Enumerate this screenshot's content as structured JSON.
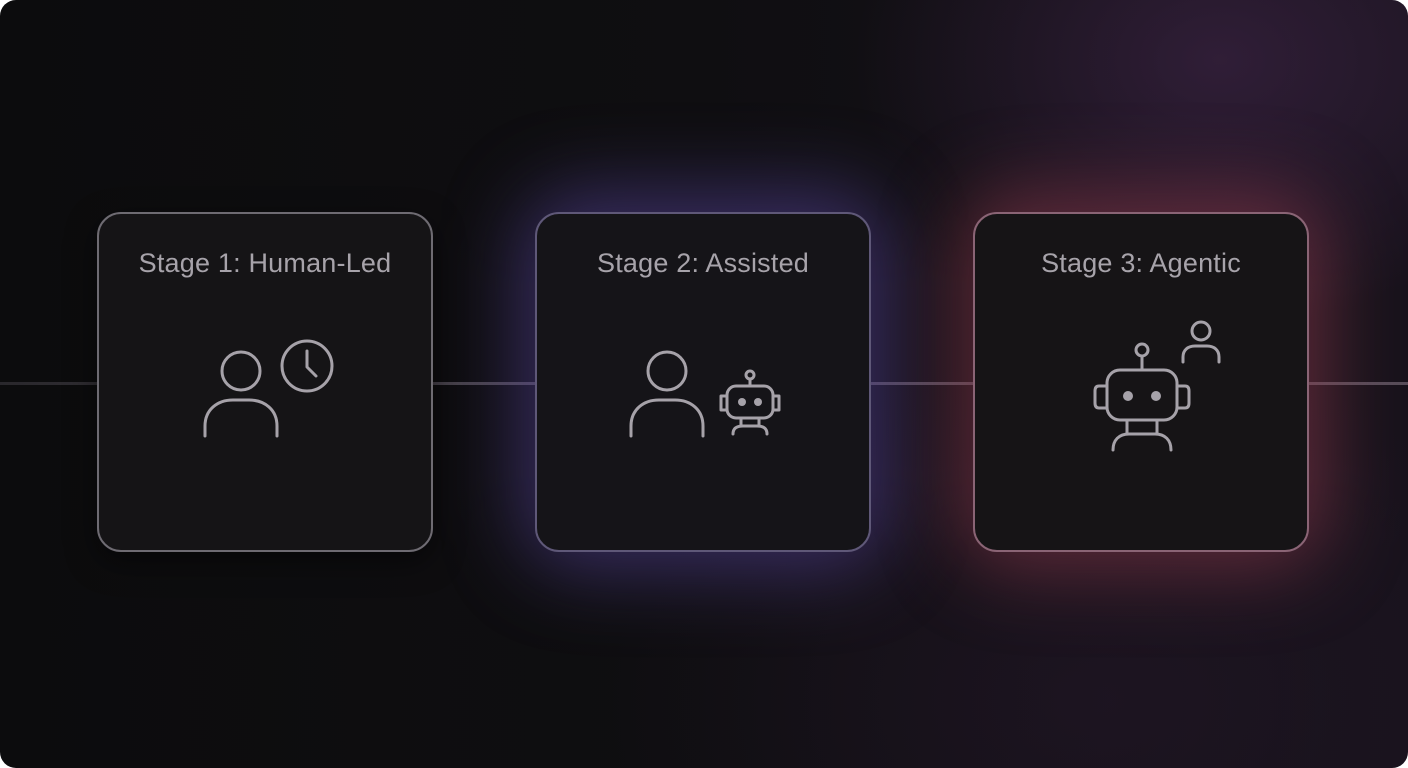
{
  "diagram": {
    "stages": [
      {
        "title": "Stage 1: Human-Led",
        "icons": [
          "person-icon",
          "clock-icon"
        ]
      },
      {
        "title": "Stage 2: Assisted",
        "icons": [
          "person-icon",
          "robot-icon"
        ]
      },
      {
        "title": "Stage 3: Agentic",
        "icons": [
          "robot-icon",
          "person-icon"
        ]
      }
    ],
    "colors": {
      "background": "#0e0d10",
      "card_fill": "#151416",
      "stage_1_border": "#6e6b72",
      "stage_2_glow": "#5a46a0",
      "stage_3_glow": "#963c50",
      "text": "#a7a3aa"
    }
  }
}
